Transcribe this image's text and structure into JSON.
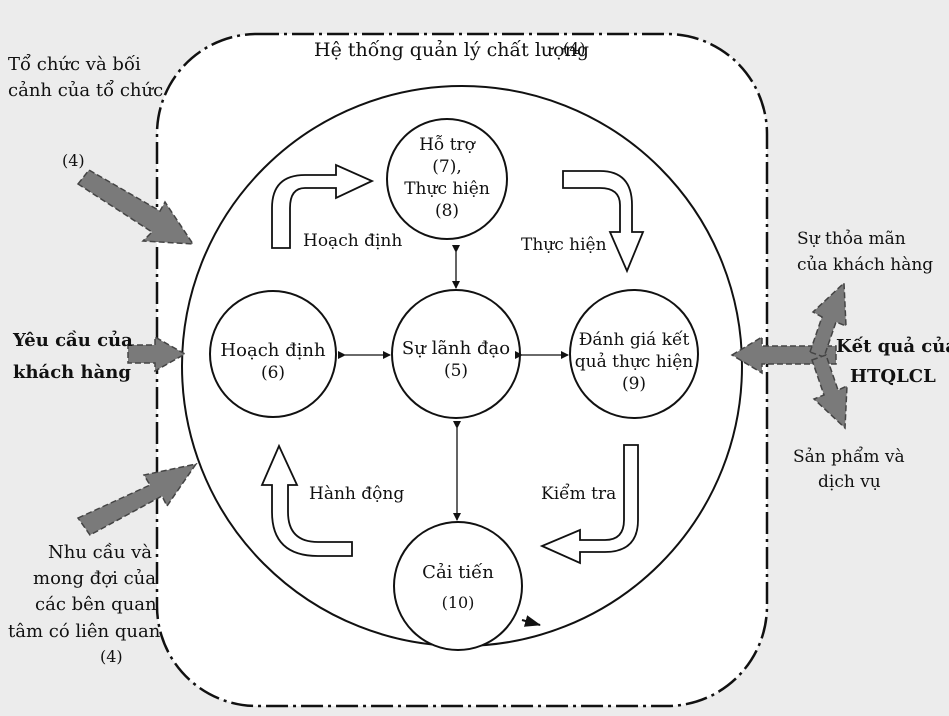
{
  "system_title": "Hệ thống quản lý chất lượng",
  "system_ref": "(4)",
  "context": {
    "line1": "Tổ chức và bối",
    "line2": "cảnh của tổ chức",
    "ref": "(4)"
  },
  "customer_requirements": {
    "line1": "Yêu cầu của",
    "line2": "khách hàng"
  },
  "needs": {
    "line1": "Nhu cầu và",
    "line2": "mong đợi của",
    "line3": "các bên quan",
    "line4": "tâm có liên quan",
    "ref": "(4)"
  },
  "results": {
    "line1": "Kết quả của",
    "line2": "HTQLCL"
  },
  "satisfaction": {
    "line1": "Sự thỏa mãn",
    "line2": "của khách hàng"
  },
  "products": {
    "line1": "Sản phẩm và",
    "line2": "dịch vụ"
  },
  "nodes": {
    "support": {
      "line1": "Hỗ trợ",
      "line2": "(7),",
      "line3": "Thực hiện",
      "line4": "(8)"
    },
    "leadership": {
      "line1": "Sự lãnh đạo",
      "line2": "(5)"
    },
    "planning": {
      "line1": "Hoạch định",
      "line2": "(6)"
    },
    "evaluation": {
      "line1": "Đánh giá kết",
      "line2": "quả thực hiện",
      "line3": "(9)"
    },
    "improvement": {
      "line1": "Cải tiến",
      "line2": "(10)"
    }
  },
  "cycle_labels": {
    "plan": "Hoạch định",
    "do": "Thực hiện",
    "check": "Kiểm tra",
    "act": "Hành động"
  },
  "colors": {
    "background": "#ececec",
    "arrow_gray": "#7a7a7a",
    "line": "#111111"
  }
}
